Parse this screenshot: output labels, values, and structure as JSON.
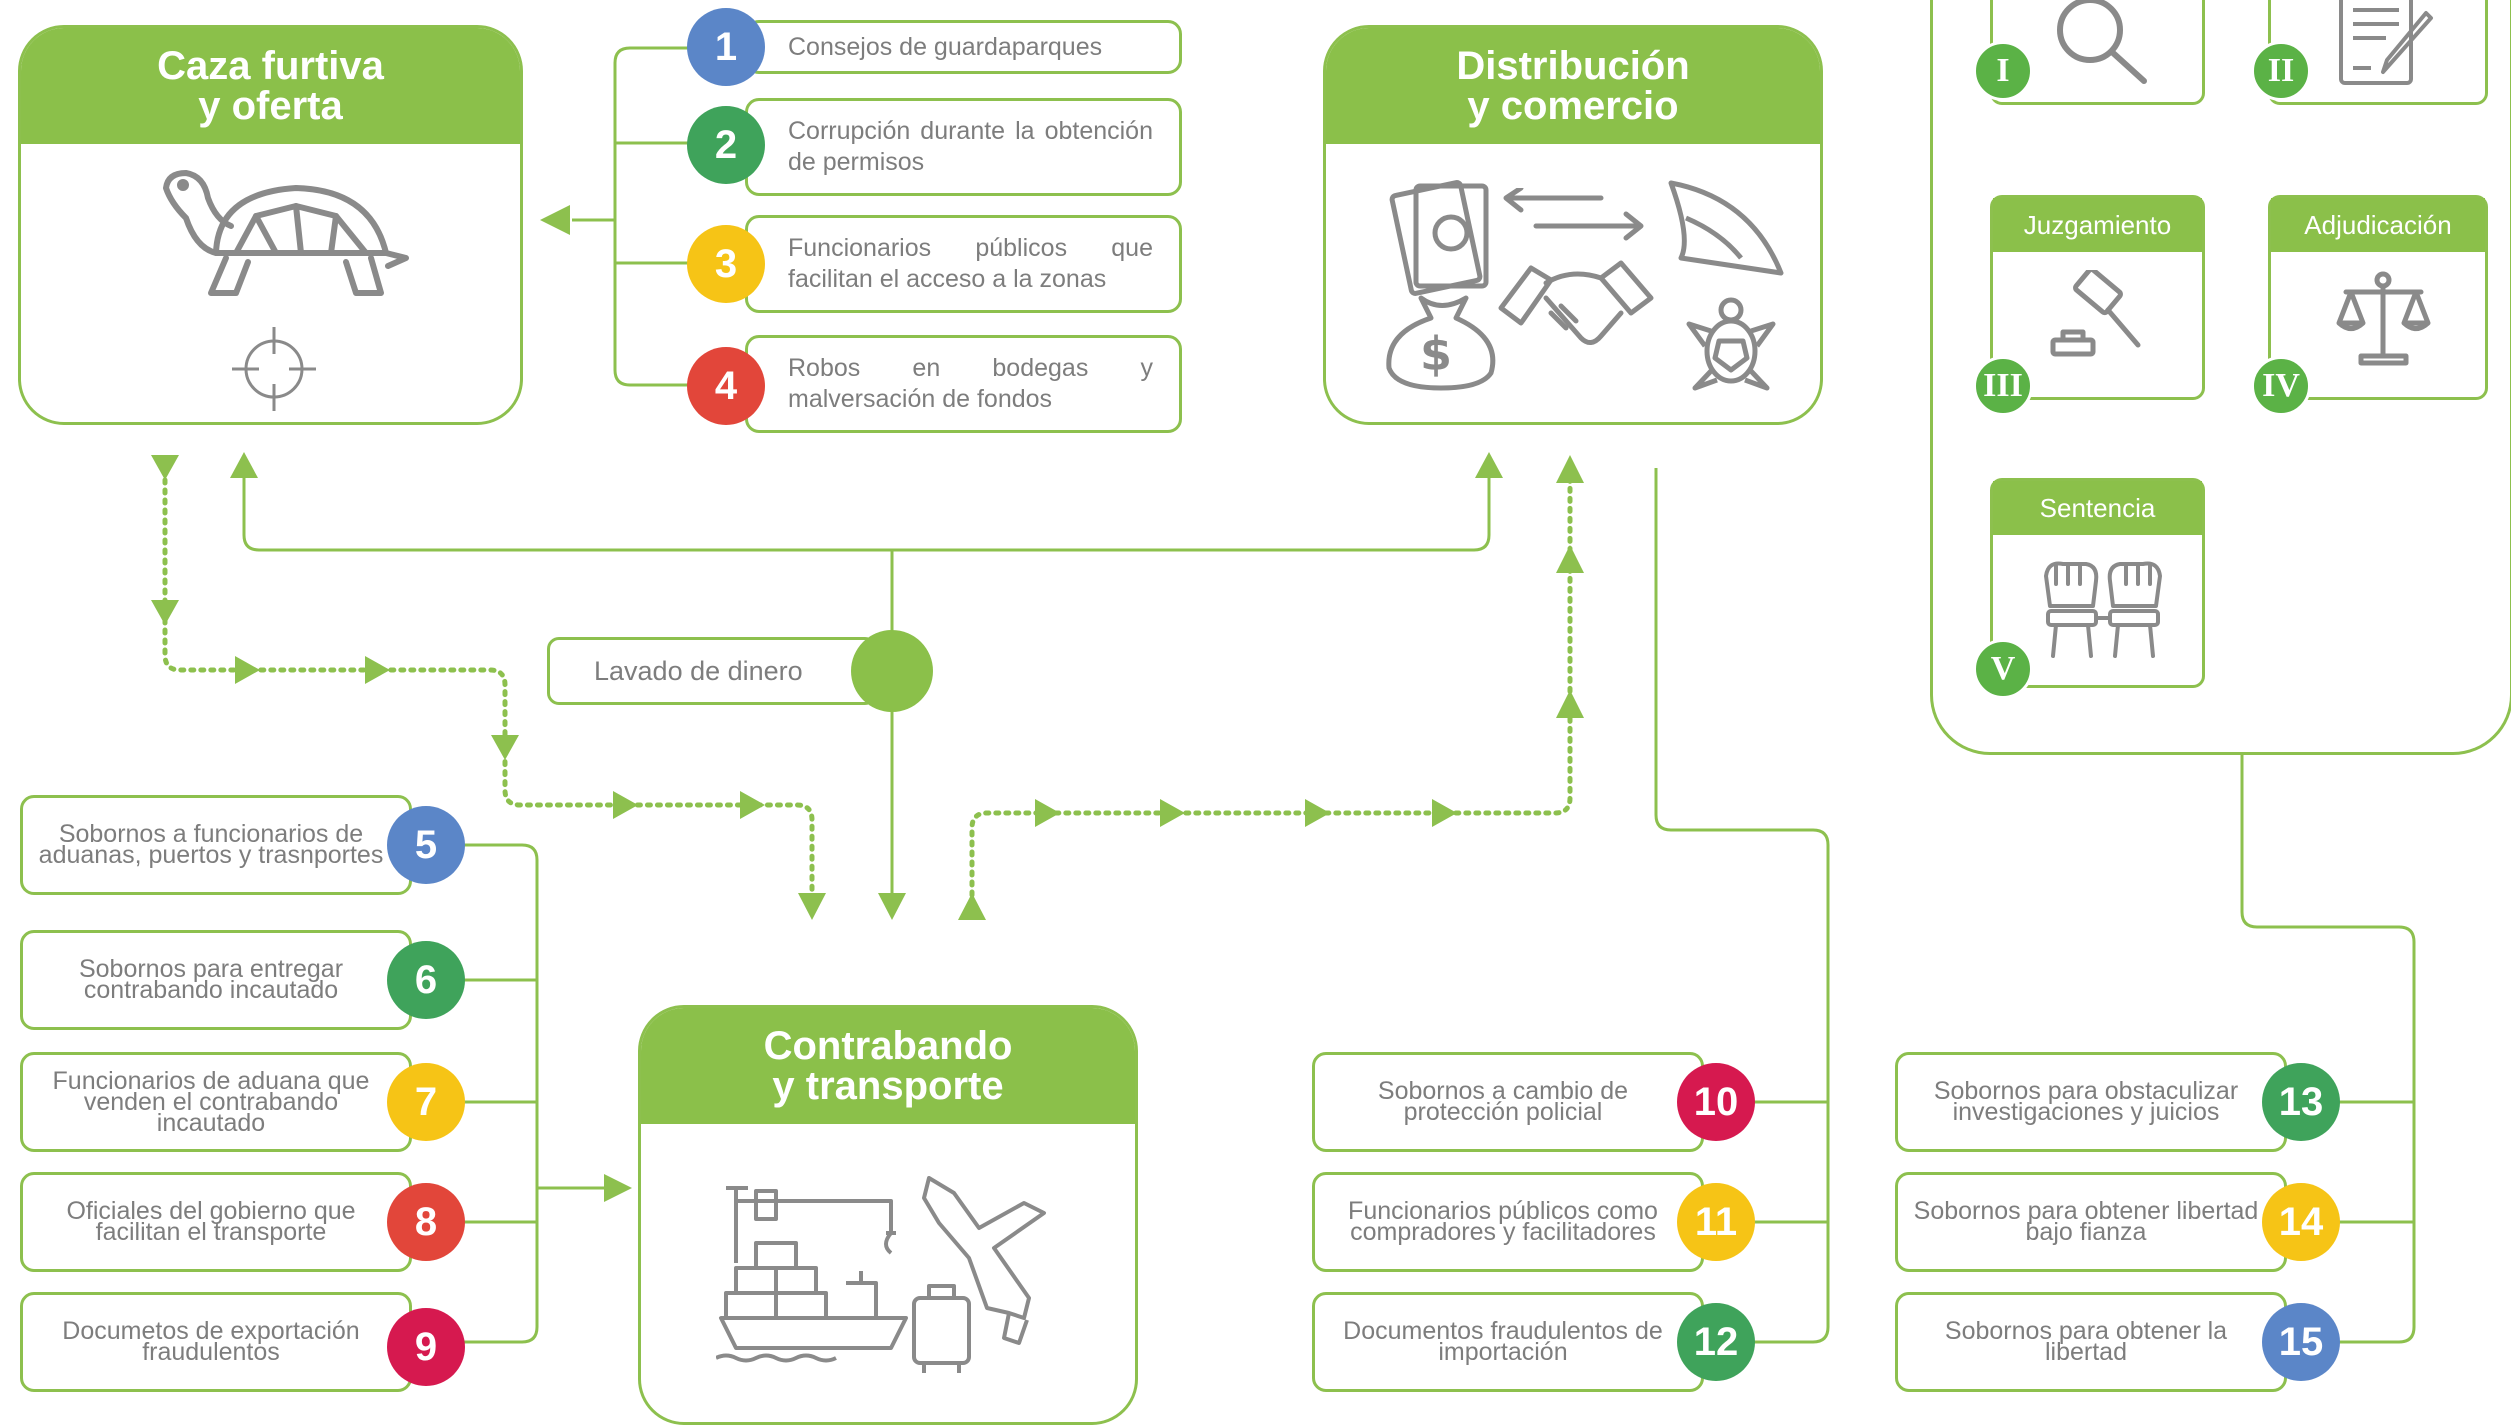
{
  "stages": {
    "poaching": {
      "line1": "Caza furtiva",
      "line2": "y oferta"
    },
    "distribution": {
      "line1": "Distribución",
      "line2": "y comercio"
    },
    "smuggling": {
      "line1": "Contrabando",
      "line2": "y transporte"
    }
  },
  "money_laundering": {
    "label": "Lavado de dinero"
  },
  "judicial_phases": [
    {
      "numeral": "I",
      "name": "",
      "icon": "magnifier-icon"
    },
    {
      "numeral": "II",
      "name": "",
      "icon": "document-pen-icon"
    },
    {
      "numeral": "III",
      "name": "Juzgamiento",
      "icon": "gavel-icon"
    },
    {
      "numeral": "IV",
      "name": "Adjudicación",
      "icon": "scales-icon"
    },
    {
      "numeral": "V",
      "name": "Sentencia",
      "icon": "handcuffed-fists-icon"
    }
  ],
  "items": [
    {
      "number": "1",
      "text": "Consejos de guardaparques",
      "color": "#5b86c8"
    },
    {
      "number": "2",
      "text": "Corrupción durante la obtención de permisos",
      "color": "#3fa35b"
    },
    {
      "number": "3",
      "text": "Funcionarios públicos que facilitan el acceso a la zonas",
      "color": "#f6c416"
    },
    {
      "number": "4",
      "text": "Robos en bodegas y malversación de fondos",
      "color": "#e2463a"
    },
    {
      "number": "5",
      "text": "Sobornos a funcionarios de aduanas, puertos y trasnportes",
      "color": "#5b86c8"
    },
    {
      "number": "6",
      "text": "Sobornos para entregar contrabando incautado",
      "color": "#3fa35b"
    },
    {
      "number": "7",
      "text": "Funcionarios de aduana que venden el contrabando incautado",
      "color": "#f6c416"
    },
    {
      "number": "8",
      "text": "Oficiales del gobierno que facilitan el transporte",
      "color": "#e2463a"
    },
    {
      "number": "9",
      "text": "Documetos de exportación fraudulentos",
      "color": "#d6194f"
    },
    {
      "number": "10",
      "text": "Sobornos a cambio de protección policial",
      "color": "#d6194f"
    },
    {
      "number": "11",
      "text": "Funcionarios públicos como compradores y facilitadores",
      "color": "#f6c416"
    },
    {
      "number": "12",
      "text": "Documentos fraudulentos de importación",
      "color": "#3fa35b"
    },
    {
      "number": "13",
      "text": "Sobornos para obstaculizar investigaciones y juicios",
      "color": "#3fa35b"
    },
    {
      "number": "14",
      "text": "Sobornos para obtener libertad bajo fianza",
      "color": "#f6c416"
    },
    {
      "number": "15",
      "text": "Sobornos para obtener la libertad",
      "color": "#5b86c8"
    }
  ],
  "colors": {
    "accent": "#8bc04a",
    "line": "#8dc04e",
    "text": "#7d7d7d",
    "icon": "#8a8a8a"
  }
}
